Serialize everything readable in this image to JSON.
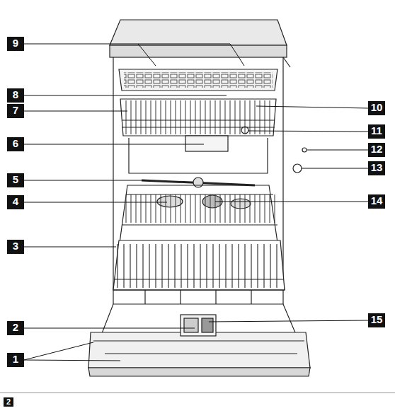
{
  "diagram": {
    "labels": [
      "9",
      "8",
      "10",
      "7",
      "11",
      "6",
      "12",
      "13",
      "5",
      "4",
      "14",
      "3",
      "15",
      "2",
      "1",
      "2"
    ]
  }
}
